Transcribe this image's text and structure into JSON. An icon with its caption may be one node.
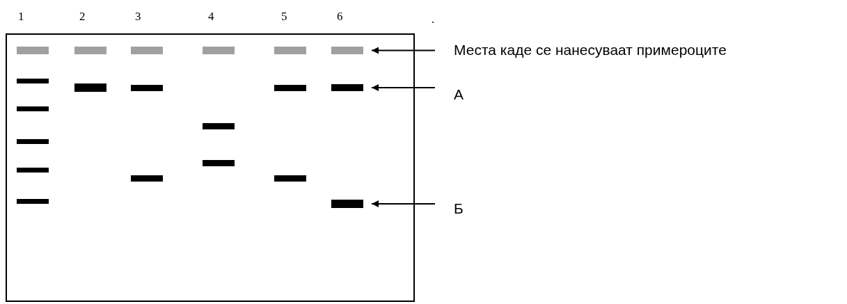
{
  "diagram": {
    "nodes": [
      {
        "text": [
          "Места каде се нанесуваат примероците"
        ]
      },
      {
        "text": [],
        "shape": "bar"
      },
      {
        "text": [
          "А"
        ]
      },
      {
        "text": [],
        "shape": "bar"
      },
      {
        "text": [
          "Б"
        ]
      },
      {
        "text": [],
        "shape": "bar"
      }
    ],
    "edges": [
      {
        "from": 0,
        "to": 1,
        "arrow": "to"
      },
      {
        "from": 2,
        "to": 3,
        "arrow": "to"
      },
      {
        "from": 4,
        "to": 5,
        "arrow": "to"
      }
    ],
    "labels": [
      "1",
      "2",
      "3",
      "4",
      "5",
      "6",
      "."
    ]
  }
}
